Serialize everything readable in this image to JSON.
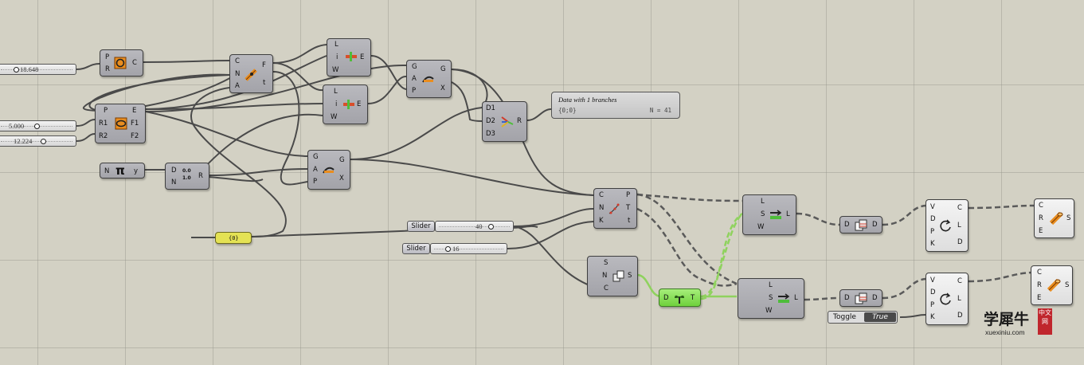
{
  "colors": {
    "canvas": "#d3d1c4",
    "wire": "#4a4a4a",
    "wire_selected": "#8fd25e",
    "node_fill": "#a9a9ae",
    "green_node": "#7ddc4a",
    "yellow_node": "#e4e254",
    "badge_red": "#c0262d"
  },
  "sliders": {
    "s1": {
      "value": "18.648"
    },
    "s2": {
      "value": "5.000"
    },
    "s3": {
      "value": "12.224"
    },
    "slider_a": {
      "label": "Slider",
      "value": "40"
    },
    "slider_b": {
      "label": "Slider",
      "value": "16"
    }
  },
  "panel_yellow": {
    "value": "{0}"
  },
  "panel_data": {
    "title": "Data with 1 branches",
    "path": "{0;0}",
    "count": "N = 41"
  },
  "toggle": {
    "label": "Toggle",
    "value": "True"
  },
  "nodes": {
    "circle": {
      "icon": "circle-icon",
      "in": [
        "P",
        "R"
      ],
      "out": [
        "C"
      ]
    },
    "ellipse": {
      "icon": "ellipse-icon",
      "in": [
        "P",
        "R1",
        "R2"
      ],
      "out": [
        "E",
        "F1",
        "F2"
      ]
    },
    "pi": {
      "icon": "pi-icon",
      "in": [
        "N"
      ],
      "out": [
        "y"
      ],
      "symbol": "π"
    },
    "range": {
      "icon": "range-icon",
      "in": [
        "D",
        "N"
      ],
      "out": [
        "R"
      ],
      "glyph_top": "0.0",
      "glyph_bottom": "1.0"
    },
    "evaluate": {
      "icon": "evaluate-curve-icon",
      "in": [
        "C",
        "N",
        "A"
      ],
      "out": [
        "F",
        "t"
      ]
    },
    "line_top": {
      "icon": "line-sdl-icon",
      "in": [
        "L",
        "i",
        "W"
      ],
      "out": [
        "E"
      ]
    },
    "line_mid": {
      "icon": "line-sdl-icon",
      "in": [
        "L",
        "i",
        "W"
      ],
      "out": [
        "E"
      ]
    },
    "graph_top": {
      "icon": "graph-mapper-icon",
      "in": [
        "G",
        "A",
        "P"
      ],
      "out": [
        "G",
        "X"
      ]
    },
    "graph_mid": {
      "icon": "graph-mapper-icon",
      "in": [
        "G",
        "A",
        "P"
      ],
      "out": [
        "G",
        "X"
      ]
    },
    "merge": {
      "icon": "merge-icon",
      "in": [
        "D1",
        "D2",
        "D3"
      ],
      "out": [
        "R"
      ]
    },
    "divide": {
      "icon": "divide-curve-icon",
      "in": [
        "C",
        "N",
        "K"
      ],
      "out": [
        "P",
        "T",
        "t"
      ]
    },
    "shift": {
      "icon": "shift-list-icon",
      "in": [
        "S",
        "N",
        "C"
      ],
      "out": [
        "S"
      ]
    },
    "sprout": {
      "icon": "sprout-icon",
      "in": [
        "D"
      ],
      "out": [
        "T"
      ]
    },
    "linesdl_top": {
      "icon": "line-sdl-icon",
      "in": [
        "L",
        "S",
        "W"
      ],
      "out": [
        "L"
      ]
    },
    "linesdl_bot": {
      "icon": "line-sdl-icon",
      "in": [
        "L",
        "S",
        "W"
      ],
      "out": [
        "L"
      ]
    },
    "flatten_top": {
      "icon": "flatten-icon",
      "in": [
        "D"
      ],
      "out": [
        "D"
      ]
    },
    "flatten_bot": {
      "icon": "flatten-icon",
      "in": [
        "D"
      ],
      "out": [
        "D"
      ]
    },
    "loop_top": {
      "icon": "loop-icon",
      "in": [
        "V",
        "D",
        "P",
        "K"
      ],
      "out": [
        "C",
        "L",
        "D"
      ]
    },
    "loop_bot": {
      "icon": "loop-icon",
      "in": [
        "V",
        "D",
        "P",
        "K"
      ],
      "out": [
        "C",
        "L",
        "D"
      ]
    },
    "extrude_top": {
      "icon": "pipe-icon",
      "in": [
        "C",
        "R",
        "E"
      ],
      "out": [
        "S"
      ]
    },
    "extrude_bot": {
      "icon": "pipe-icon",
      "in": [
        "C",
        "R",
        "E"
      ],
      "out": [
        "S"
      ]
    }
  },
  "watermark": {
    "zh": "学犀牛",
    "badge": "中文网",
    "url": "xuexiniu.com"
  }
}
